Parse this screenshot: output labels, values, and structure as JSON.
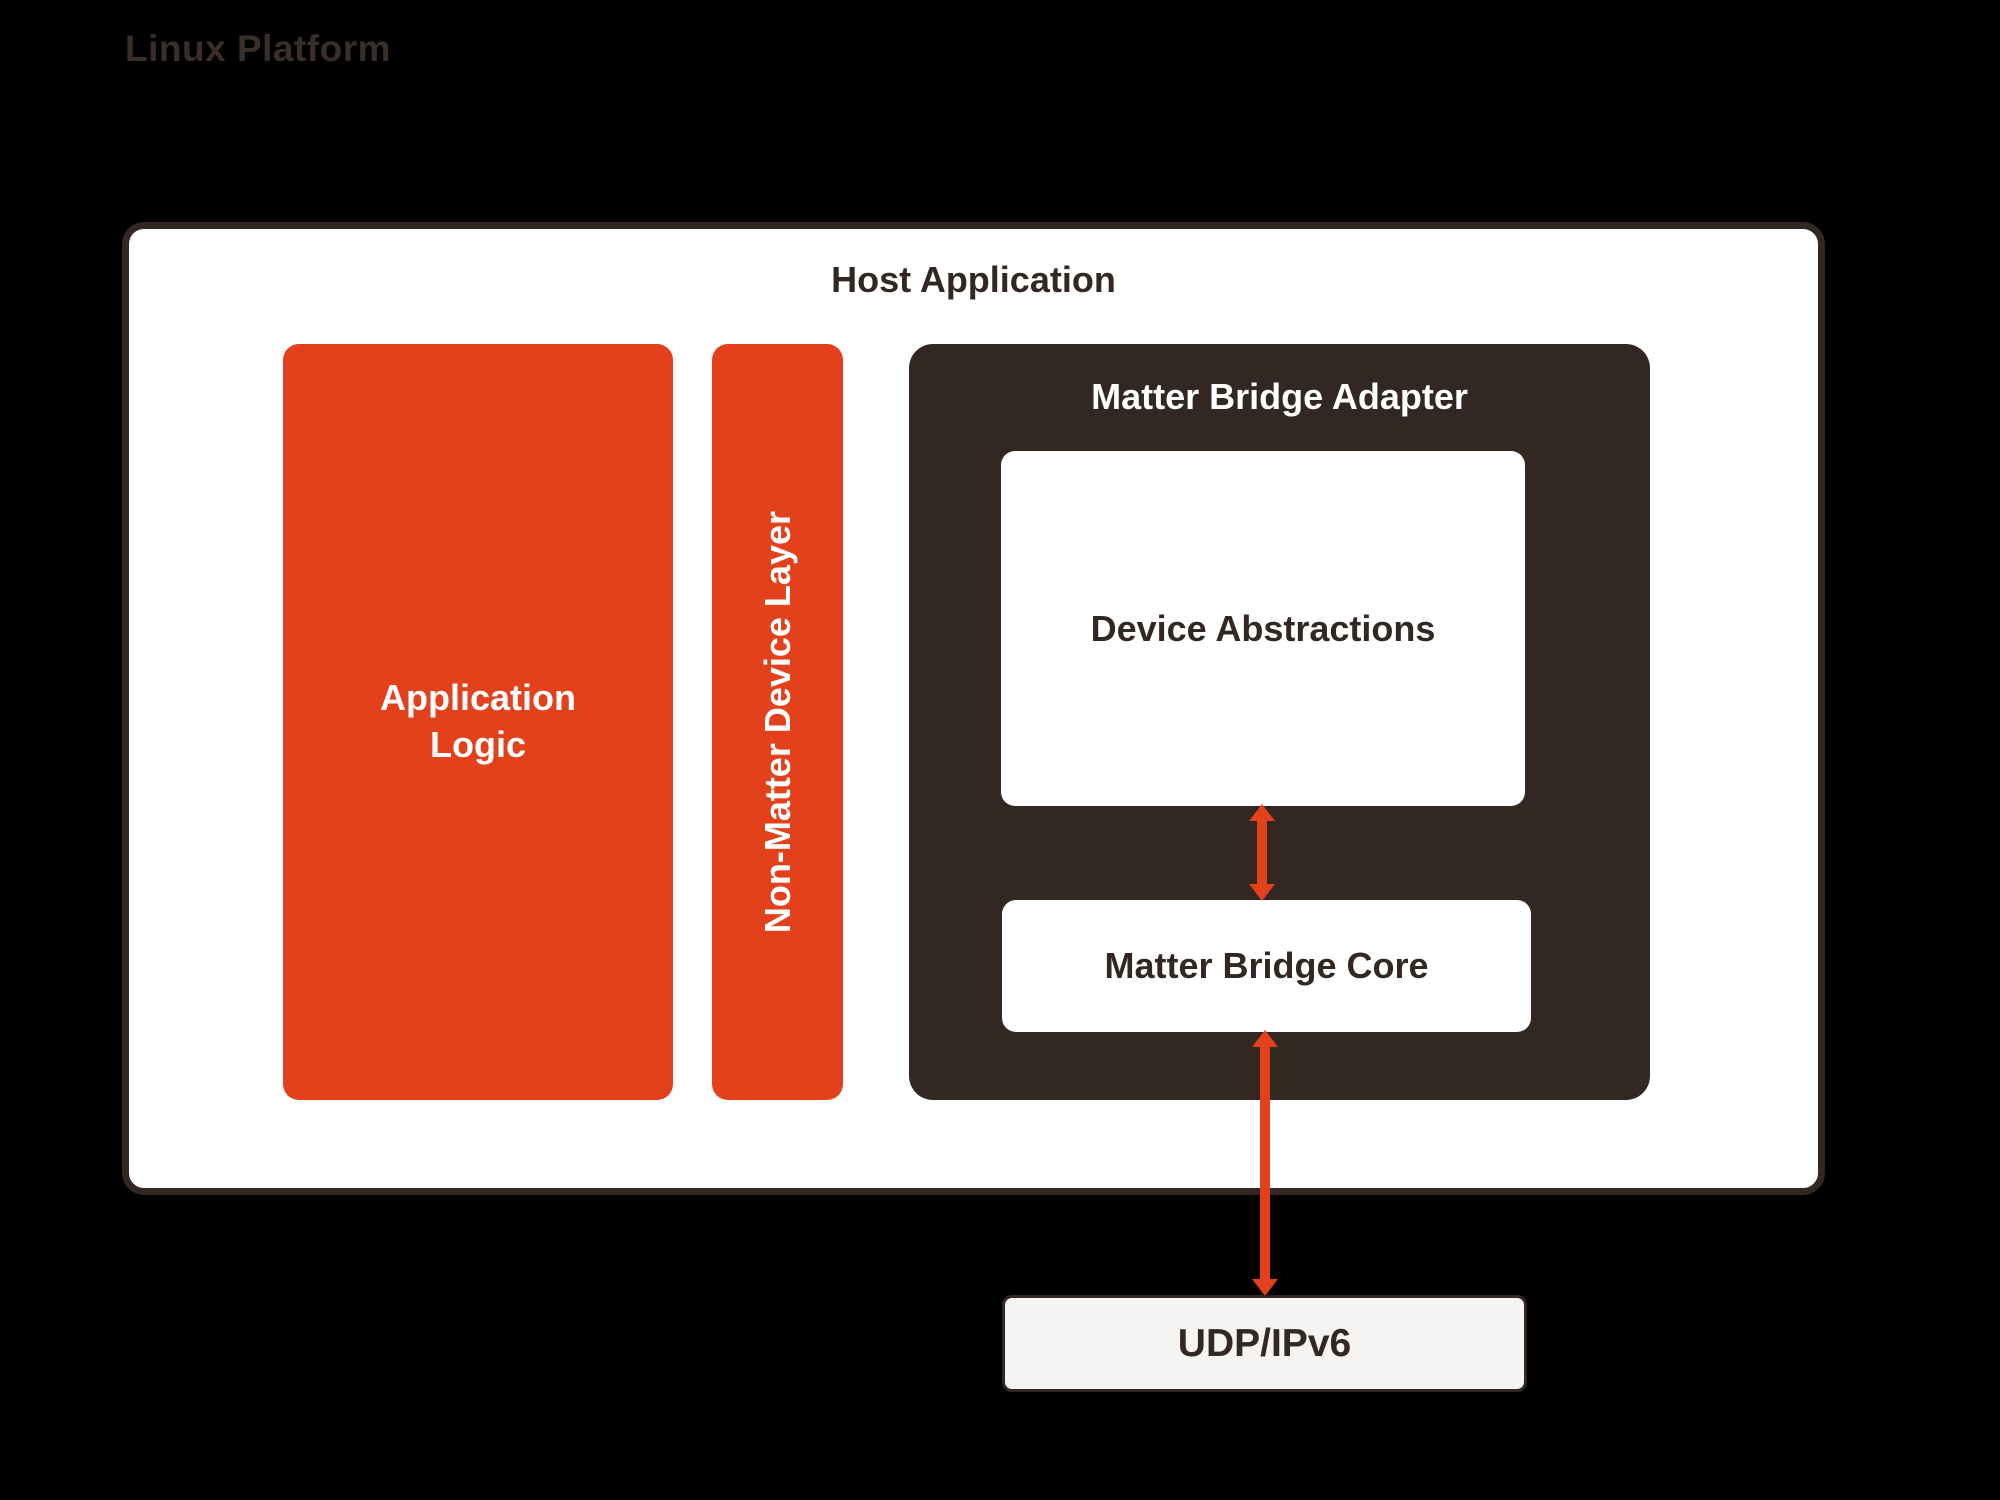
{
  "page": {
    "title": "Linux Platform"
  },
  "colors": {
    "orange": "#e3411b",
    "dark_brown": "#322722",
    "page_bg": "#000000",
    "box_white": "#ffffff",
    "udp_bg": "#f5f4f2",
    "heading_dark": "#3a2e2a"
  },
  "host": {
    "title": "Host Application",
    "blocks": {
      "application_logic": {
        "label": "Application Logic"
      },
      "non_matter_device_layer": {
        "label": "Non-Matter Device Layer"
      },
      "matter_bridge_adapter": {
        "title": "Matter Bridge Adapter",
        "device_abstractions": {
          "label": "Device Abstractions"
        },
        "matter_bridge_core": {
          "label": "Matter Bridge Core"
        }
      }
    }
  },
  "transport": {
    "udp": {
      "label": "UDP/IPv6"
    }
  },
  "arrows": [
    {
      "name": "device-abstractions-to-bridge-core",
      "type": "double-headed-vertical",
      "color": "#e3411b"
    },
    {
      "name": "bridge-core-to-udp-ipv6",
      "type": "double-headed-vertical",
      "color": "#e3411b"
    }
  ]
}
